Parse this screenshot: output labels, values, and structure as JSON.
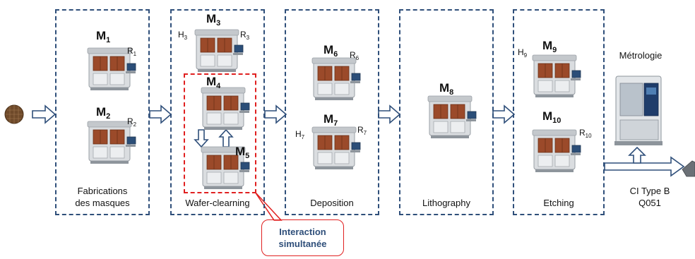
{
  "stages": [
    {
      "label_line1": "Fabrications",
      "label_line2": "des masques"
    },
    {
      "label_line1": "Wafer-clearning",
      "label_line2": ""
    },
    {
      "label_line1": "Deposition",
      "label_line2": ""
    },
    {
      "label_line1": "Lithography",
      "label_line2": ""
    },
    {
      "label_line1": "Etching",
      "label_line2": ""
    }
  ],
  "machines": {
    "m1": {
      "name": "M",
      "idx": "1"
    },
    "m2": {
      "name": "M",
      "idx": "2"
    },
    "m3": {
      "name": "M",
      "idx": "3"
    },
    "m4": {
      "name": "M",
      "idx": "4"
    },
    "m5": {
      "name": "M",
      "idx": "5"
    },
    "m6": {
      "name": "M",
      "idx": "6"
    },
    "m7": {
      "name": "M",
      "idx": "7"
    },
    "m8": {
      "name": "M",
      "idx": "8"
    },
    "m9": {
      "name": "M",
      "idx": "9"
    },
    "m10": {
      "name": "M",
      "idx": "10"
    }
  },
  "resources": {
    "r1": {
      "letter": "R",
      "idx": "1"
    },
    "r2": {
      "letter": "R",
      "idx": "2"
    },
    "r3": {
      "letter": "R",
      "idx": "3"
    },
    "h3": {
      "letter": "H",
      "idx": "3"
    },
    "r6": {
      "letter": "R",
      "idx": "6"
    },
    "h7": {
      "letter": "H",
      "idx": "7"
    },
    "r7": {
      "letter": "R",
      "idx": "7"
    },
    "h9": {
      "letter": "H",
      "idx": "9"
    },
    "r10": {
      "letter": "R",
      "idx": "10"
    }
  },
  "callout": {
    "line1": "Interaction",
    "line2": "simultanée"
  },
  "metrology": {
    "label": "Métrologie"
  },
  "output": {
    "line1": "CI Type B",
    "line2": "Q051"
  },
  "colors": {
    "box_border": "#2f4f7a",
    "interaction_border": "#e02020",
    "arrow": "#2f4f7a",
    "callout_text": "#2f4f7a"
  }
}
